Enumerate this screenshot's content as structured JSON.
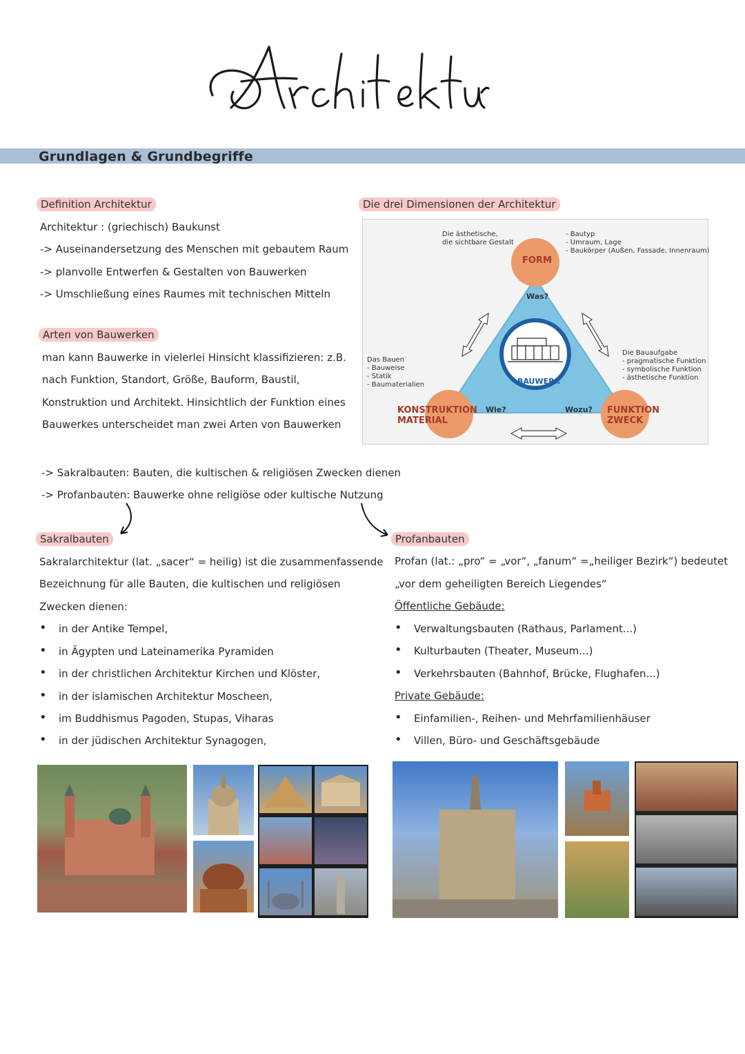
{
  "title": "Architektur",
  "section_header": "Grundlagen & Grundbegriffe",
  "definition": {
    "heading": "Definition Architektur",
    "lines": [
      "Architektur : (griechisch) Baukunst",
      "-> Auseinandersetzung des Menschen mit gebautem Raum",
      "-> planvolle Entwerfen & Gestalten von Bauwerken",
      "-> Umschließung eines Raumes mit technischen Mitteln"
    ]
  },
  "arten": {
    "heading": "Arten von Bauwerken",
    "lines": [
      "man kann Bauwerke in vielerlei Hinsicht klassifizieren: z.B.",
      "nach Funktion, Standort, Größe, Bauform, Baustil,",
      "Konstruktion und Architekt. Hinsichtlich der Funktion eines",
      "Bauwerkes unterscheidet man zwei Arten von Bauwerken"
    ],
    "types": [
      "-> Sakralbauten: Bauten, die kultischen & religiösen Zwecken dienen",
      "-> Profanbauten: Bauwerke ohne religiöse oder kultische Nutzung"
    ]
  },
  "diagram": {
    "heading": "Die drei Dimensionen der Architektur",
    "form_label": "FORM",
    "form_question": "Was?",
    "form_left": [
      "Die ästhetische,",
      "die sichtbare Gestalt"
    ],
    "form_right": [
      "- Bautyp",
      "- Umraum, Lage",
      "- Baukörper (Außen, Fassade, Innenraum)"
    ],
    "center_label": "BAUWERK",
    "konstruktion_label": [
      "KONSTRUKTION",
      "MATERIAL"
    ],
    "konstruktion_question": "Wie?",
    "konstruktion_notes": [
      "Das Bauen",
      "- Bauweise",
      "- Statik",
      "- Baumaterialien"
    ],
    "funktion_label": [
      "FUNKTION",
      "ZWECK"
    ],
    "funktion_question": "Wozu?",
    "funktion_notes": [
      "Die Bauaufgabe",
      "- pragmatische Funktion",
      "- symbolische Funktion",
      "- ästhetische Funktion"
    ]
  },
  "sakral": {
    "heading": "Sakralbauten",
    "lines": [
      "Sakralarchitektur (lat. „sacer“ = heilig) ist die zusammenfassende",
      "Bezeichnung für alle Bauten, die kultischen und religiösen",
      "Zwecken dienen:"
    ],
    "bullets": [
      "in der Antike Tempel,",
      "in Ägypten und Lateinamerika Pyramiden",
      "in der christlichen Architektur Kirchen und Klöster,",
      "in der islamischen Architektur Moscheen,",
      "im Buddhismus Pagoden, Stupas, Viharas",
      "in der jüdischen Architektur Synagogen,"
    ]
  },
  "profan": {
    "heading": "Profanbauten",
    "lines": [
      "Profan (lat.: „pro“ = „vor“, „fanum“ =„heiliger Bezirk“) bedeutet",
      "„vor dem geheiligten Bereich Liegendes“"
    ],
    "public_heading": "Öffentliche Gebäude:",
    "public_bullets": [
      "Verwaltungsbauten (Rathaus, Parlament...)",
      "Kulturbauten (Theater, Museum...)",
      "Verkehrsbauten (Bahnhof, Brücke, Flughafen...)"
    ],
    "private_heading": "Private Gebäude:",
    "private_bullets": [
      "Einfamilien-, Reihen- und Mehrfamilienhäuser",
      "Villen, Büro- und Geschäftsgebäude"
    ]
  },
  "colors": {
    "highlight": "#f7c9c9",
    "band": "#a9bfd6",
    "triangle": "#7ec3e2",
    "circle": "#ec9a6a"
  }
}
